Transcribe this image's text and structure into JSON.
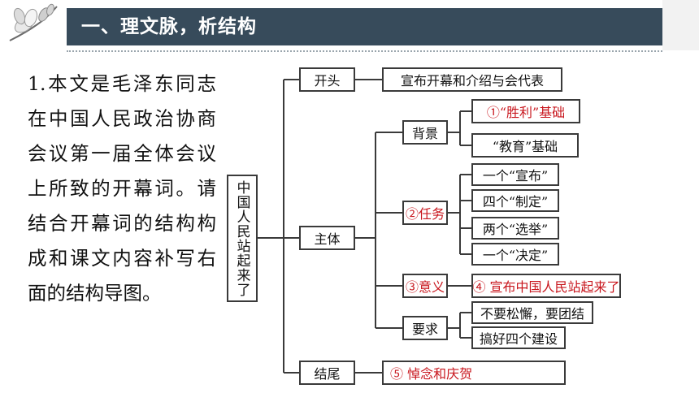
{
  "header": {
    "title": "一、理文脉，析结构"
  },
  "paragraph": "1.本文是毛泽东同志在中国人民政治协商会议第一届全体会议上所致的开幕词。请结合开幕词的结构构成和课文内容补写右面的结构导图。",
  "diagram": {
    "root": "中国人民站起来了",
    "kaitou": "开头",
    "kaitou_detail": "宣布开幕和介绍与会代表",
    "zhuti": "主体",
    "beijing": "背景",
    "beijing_items": [
      "①“胜利”基础",
      "“教育”基础"
    ],
    "renwu": "②任务",
    "renwu_items": [
      "一个“宣布”",
      "四个“制定”",
      "两个“选举”",
      "一个“决定”"
    ],
    "yiyi": "③意义",
    "yiyi_detail": "④ 宣布中国人民站起来了",
    "yaoqiu": "要求",
    "yaoqiu_items": [
      "不要松懈，要团结",
      "搞好四个建设"
    ],
    "jiewei": "结尾",
    "jiewei_detail": "⑤ 悼念和庆贺",
    "colors": {
      "answer": "#c8161d",
      "header_bar": "#374b5b"
    }
  }
}
